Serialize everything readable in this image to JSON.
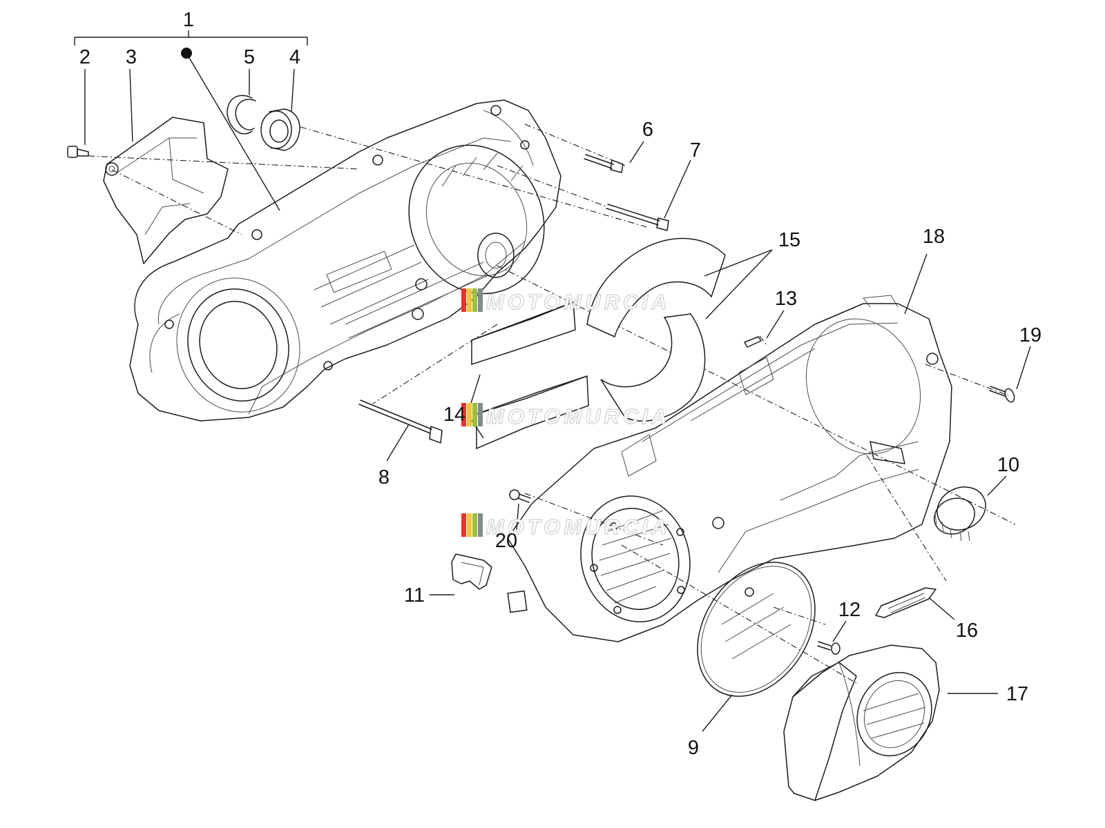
{
  "callouts": [
    "1",
    "2",
    "3",
    "4",
    "5",
    "6",
    "7",
    "8",
    "9",
    "10",
    "11",
    "12",
    "13",
    "14",
    "15",
    "16",
    "17",
    "18",
    "19",
    "20"
  ],
  "watermark": {
    "text": "MOTOMURCIA",
    "stripe_colors": [
      "#e3342f",
      "#f6c23e",
      "#9fbf3b",
      "#7f8c8d"
    ]
  }
}
